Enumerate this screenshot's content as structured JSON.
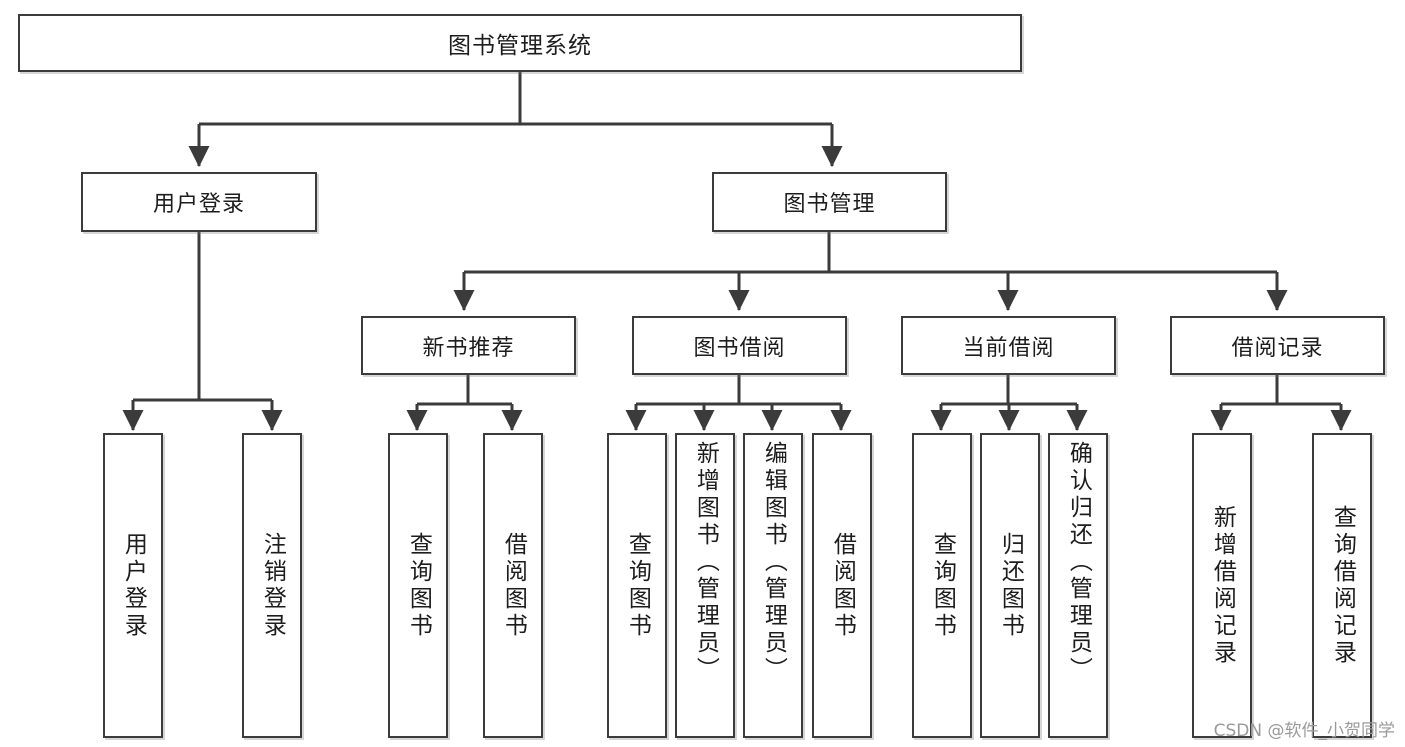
{
  "diagram": {
    "title": "图书管理系统",
    "type": "tree",
    "levels": 4,
    "root": {
      "id": "root",
      "label": "图书管理系统"
    },
    "level2": [
      {
        "id": "user-login",
        "label": "用户登录"
      },
      {
        "id": "book-manage",
        "label": "图书管理"
      }
    ],
    "level3": [
      {
        "id": "new-book-recommend",
        "label": "新书推荐"
      },
      {
        "id": "book-borrow",
        "label": "图书借阅"
      },
      {
        "id": "current-borrow",
        "label": "当前借阅"
      },
      {
        "id": "borrow-record",
        "label": "借阅记录"
      }
    ],
    "leaves": [
      {
        "id": "leaf-user-login",
        "label": "用户登录",
        "parent": "user-login",
        "align": "center"
      },
      {
        "id": "leaf-logout-login",
        "label": "注销登录",
        "parent": "user-login",
        "align": "center"
      },
      {
        "id": "leaf-query-book-1",
        "label": "查询图书",
        "parent": "new-book-recommend",
        "align": "center"
      },
      {
        "id": "leaf-borrow-book-1",
        "label": "借阅图书",
        "parent": "new-book-recommend",
        "align": "center"
      },
      {
        "id": "leaf-query-book-2",
        "label": "查询图书",
        "parent": "book-borrow",
        "align": "center"
      },
      {
        "id": "leaf-add-book",
        "label": "新增图书（管理员）",
        "parent": "book-borrow",
        "align": "top"
      },
      {
        "id": "leaf-edit-book",
        "label": "编辑图书（管理员）",
        "parent": "book-borrow",
        "align": "top"
      },
      {
        "id": "leaf-borrow-book-2",
        "label": "借阅图书",
        "parent": "book-borrow",
        "align": "center"
      },
      {
        "id": "leaf-query-book-3",
        "label": "查询图书",
        "parent": "current-borrow",
        "align": "center"
      },
      {
        "id": "leaf-return-book",
        "label": "归还图书",
        "parent": "current-borrow",
        "align": "center"
      },
      {
        "id": "leaf-confirm-return",
        "label": "确认归还（管理员）",
        "parent": "current-borrow",
        "align": "top"
      },
      {
        "id": "leaf-add-record",
        "label": "新增借阅记录",
        "parent": "borrow-record",
        "align": "center"
      },
      {
        "id": "leaf-query-record",
        "label": "查询借阅记录",
        "parent": "borrow-record",
        "align": "center"
      }
    ]
  },
  "watermark": {
    "text": "CSDN @软件_小贺同学"
  },
  "colors": {
    "box_border": "#3b3b3b",
    "box_fill": "#ffffff",
    "connector": "#3b3b3b",
    "text": "#1d1d1d",
    "watermark": "#9a9a9a",
    "background": "#ffffff"
  }
}
